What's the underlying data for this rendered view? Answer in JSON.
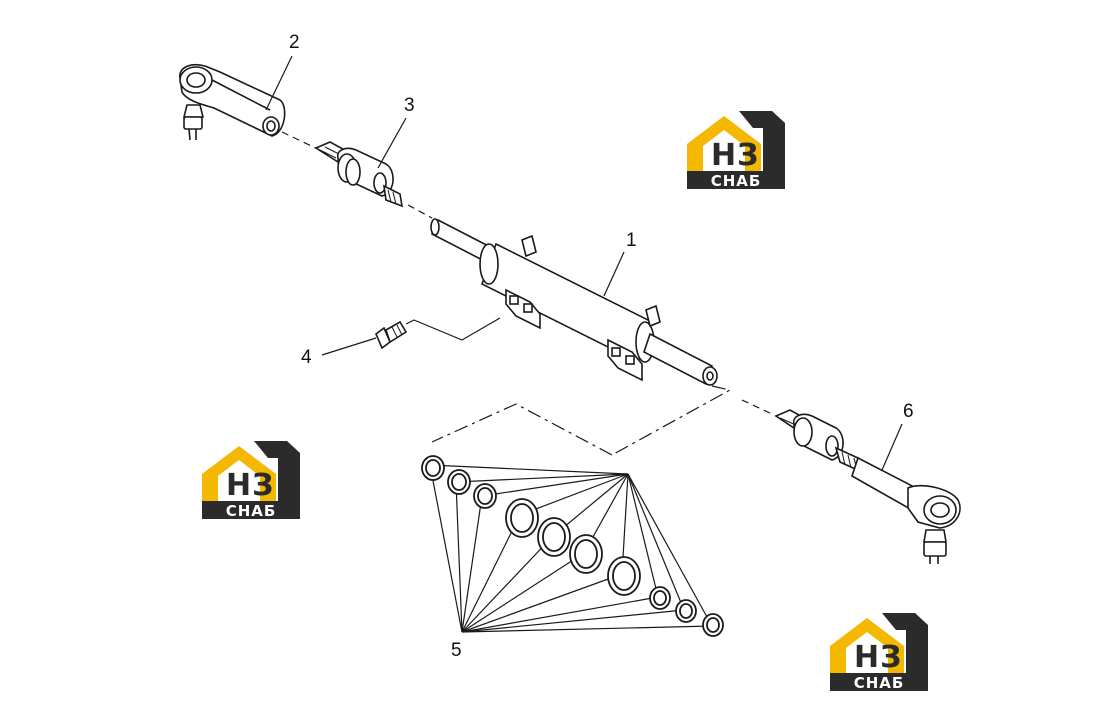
{
  "callouts": {
    "c1": "1",
    "c2": "2",
    "c3": "3",
    "c4": "4",
    "c5": "5",
    "c6": "6"
  },
  "logo": {
    "mark": "НЗ",
    "word": "СНАБ",
    "colors": {
      "yellow": "#F5B800",
      "dark": "#2B2B2B"
    }
  },
  "colors": {
    "line": "#1a1a1a",
    "fill": "#ffffff",
    "shade": "#e9e9e9"
  }
}
